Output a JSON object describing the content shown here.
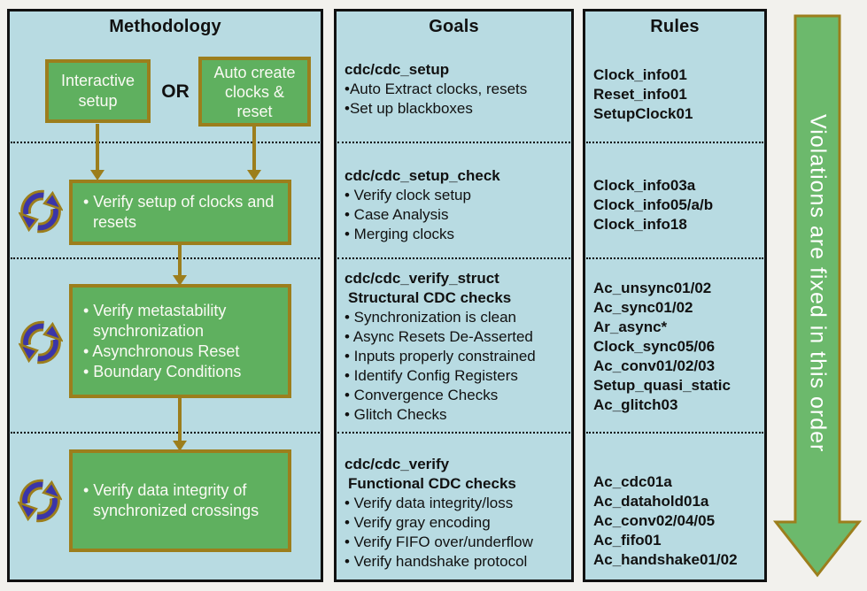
{
  "colors": {
    "page_bg": "#f2f1ed",
    "panel_bg": "#b8dbe2",
    "panel_border": "#111111",
    "box_green": "#5fb05f",
    "arrow_green": "#6cb96c",
    "olive": "#9c7e1c",
    "loop_blue": "#3b35a8",
    "ink": "#111111",
    "box_text": "#fafaf4"
  },
  "methodology": {
    "title": "Methodology",
    "or_label": "OR",
    "start_boxes": [
      {
        "label": "Interactive setup"
      },
      {
        "label": "Auto create clocks & reset"
      }
    ],
    "steps": [
      {
        "lines": [
          "• Verify setup of clocks and  resets"
        ]
      },
      {
        "lines": [
          "• Verify metastability synchronization",
          "• Asynchronous Reset",
          "• Boundary Conditions"
        ]
      },
      {
        "lines": [
          "• Verify data integrity of synchronized crossings"
        ]
      }
    ]
  },
  "goals": {
    "title": "Goals",
    "sections": [
      {
        "command": "cdc/cdc_setup",
        "subtitle": "",
        "bullets": [
          "•Auto Extract clocks, resets",
          "•Set up blackboxes"
        ]
      },
      {
        "command": "cdc/cdc_setup_check",
        "subtitle": "",
        "bullets": [
          "• Verify clock setup",
          "• Case Analysis",
          "• Merging clocks"
        ]
      },
      {
        "command": "cdc/cdc_verify_struct",
        "subtitle": "Structural CDC checks",
        "bullets": [
          "• Synchronization is clean",
          "• Async Resets De-Asserted",
          "• Inputs properly constrained",
          "• Identify Config Registers",
          "• Convergence Checks",
          "• Glitch Checks"
        ]
      },
      {
        "command": "cdc/cdc_verify",
        "subtitle": "Functional CDC checks",
        "bullets": [
          "• Verify data integrity/loss",
          "• Verify gray encoding",
          "• Verify FIFO over/underflow",
          "• Verify handshake protocol"
        ]
      }
    ]
  },
  "rules": {
    "title": "Rules",
    "sections": [
      {
        "items": [
          "Clock_info01",
          "Reset_info01",
          "SetupClock01"
        ]
      },
      {
        "items": [
          "Clock_info03a",
          "Clock_info05/a/b",
          "Clock_info18"
        ]
      },
      {
        "items": [
          "Ac_unsync01/02",
          "Ac_sync01/02",
          "Ar_async*",
          "Clock_sync05/06",
          "Ac_conv01/02/03",
          "Setup_quasi_static",
          "Ac_glitch03"
        ]
      },
      {
        "items": [
          "Ac_cdc01a",
          "Ac_datahold01a",
          "Ac_conv02/04/05",
          "Ac_fifo01",
          "Ac_handshake01/02"
        ]
      }
    ]
  },
  "order_arrow": {
    "label": "Violations are fixed in this order"
  }
}
